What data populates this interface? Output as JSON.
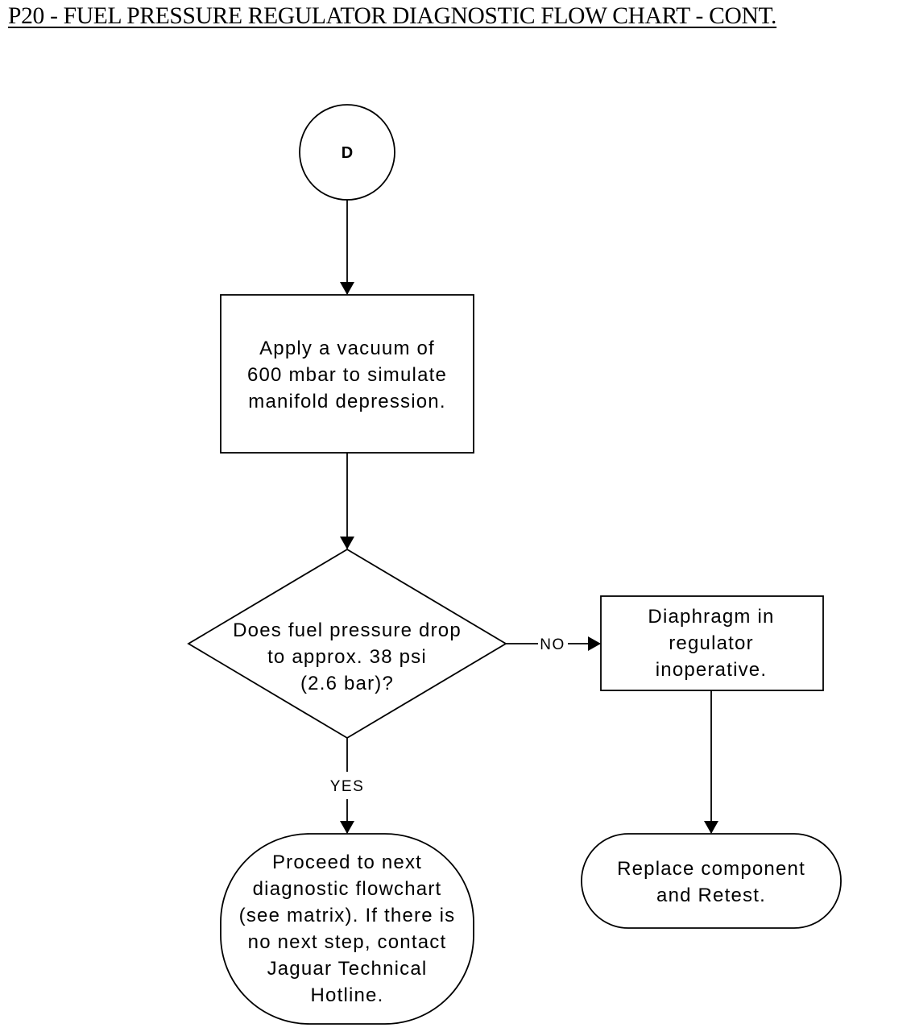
{
  "title": "P20 - FUEL PRESSURE REGULATOR DIAGNOSTIC FLOW CHART - CONT.",
  "connector": {
    "label": "D"
  },
  "nodes": {
    "apply_vacuum": {
      "lines": [
        "Apply a vacuum of",
        "600 mbar to simulate",
        "manifold depression."
      ]
    },
    "pressure_check": {
      "lines": [
        "Does fuel pressure drop",
        "to approx. 38 psi",
        "(2.6 bar)?"
      ]
    },
    "diaphragm": {
      "lines": [
        "Diaphragm in",
        "regulator",
        "inoperative."
      ]
    },
    "proceed": {
      "lines": [
        "Proceed to next",
        "diagnostic flowchart",
        "(see matrix). If there is",
        "no next step, contact",
        "Jaguar Technical",
        "Hotline."
      ]
    },
    "replace": {
      "lines": [
        "Replace component",
        "and Retest."
      ]
    }
  },
  "edges": {
    "no_label": "NO",
    "yes_label": "YES"
  }
}
